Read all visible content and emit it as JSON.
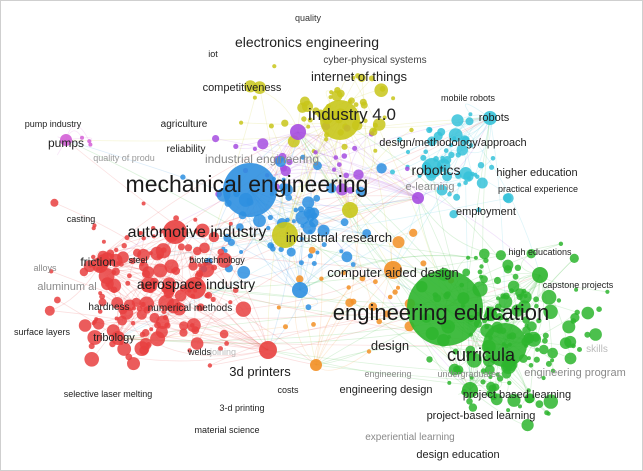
{
  "clusters": {
    "mechanical": "#e8403f",
    "engineering_edu": "#2db52e",
    "industry": "#2d8fe0",
    "robotics": "#36c2d9",
    "iot": "#c8c61a",
    "design": "#a64de0",
    "manufacturing": "#f28f24",
    "pumps": "#d35fd6"
  },
  "labels": {
    "quality": "quality",
    "electronics_engineering": "electronics engineering",
    "iot": "iot",
    "cyber_physical_systems": "cyber-physical systems",
    "internet_of_things": "internet of things",
    "competitiveness": "competitiveness",
    "mobile_robots": "mobile robots",
    "pump_industry": "pump industry",
    "agriculture": "agriculture",
    "industry_4": "industry 4.0",
    "robots": "robots",
    "pumps": "pumps",
    "reliability": "reliability",
    "design_methodology": "design/methodology/approach",
    "quality_of_products": "quality of produ",
    "industrial_engineering": "industrial engineering",
    "robotics": "robotics",
    "higher_education": "higher education",
    "e_learning": "e-learning",
    "practical_experience": "practical experience",
    "mechanical_engineering": "mechanical engineering",
    "employment": "employment",
    "casting": "casting",
    "automotive_industry": "automotive industry",
    "industrial_research": "industrial research",
    "high_educations": "high educations",
    "friction": "friction",
    "steel": "steel",
    "biotechnology": "biotechnology",
    "computer_aided_design": "computer aided design",
    "alloys": "alloys",
    "aluminum": "aluminum al",
    "aerospace_industry": "aerospace industry",
    "capstone_projects": "capstone projects",
    "hardness": "hardness",
    "numerical_methods": "numerical methods",
    "engineering_education": "engineering education",
    "surface_layers": "surface layers",
    "tribology": "tribology",
    "design": "design",
    "curricula": "curricula",
    "welding": "welds",
    "joining": "joining",
    "skills": "skills",
    "printers_3d": "3d printers",
    "engineering": "engineering",
    "undergraduates": "undergraduates",
    "engineering_program": "engineering program",
    "selective_laser_melting": "selective laser melting",
    "costs": "costs",
    "engineering_design": "engineering design",
    "project_based_learning_1": "project based learning",
    "printing_3d": "3-d printing",
    "project_based_learning_2": "project-based learning",
    "material_science": "material science",
    "experiential_learning": "experiential learning",
    "design_education": "design education"
  }
}
